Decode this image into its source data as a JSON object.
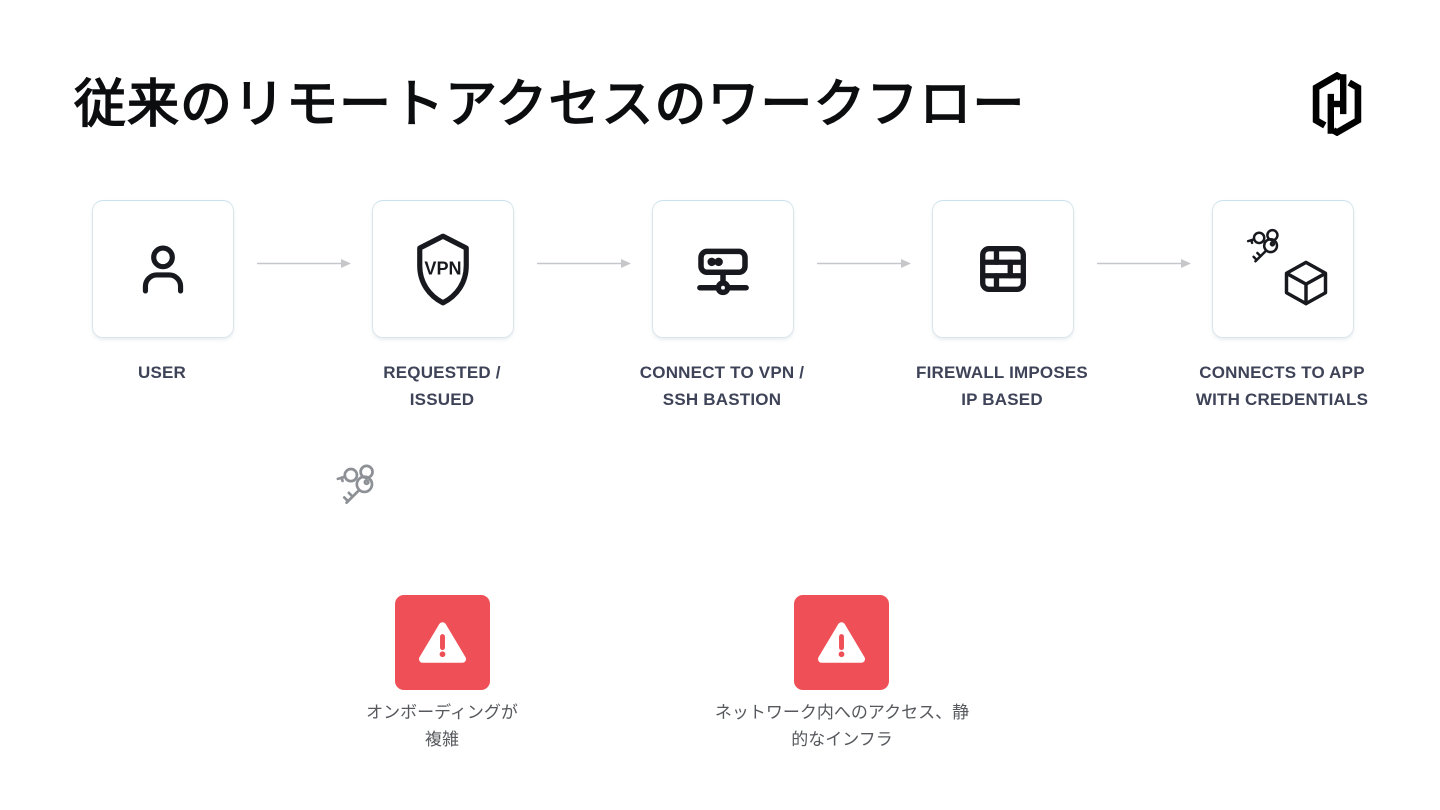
{
  "slide": {
    "title": "従来のリモートアクセスのワークフロー",
    "brand": "HashiCorp"
  },
  "steps": [
    {
      "label": "USER",
      "icon": "user-icon"
    },
    {
      "label": "REQUESTED /\nISSUED",
      "icon": "vpn-shield-icon"
    },
    {
      "label": "CONNECT TO VPN /\nSSH BASTION",
      "icon": "server-icon"
    },
    {
      "label": "FIREWALL IMPOSES\nIP BASED",
      "icon": "firewall-icon"
    },
    {
      "label": "CONNECTS TO APP\nWITH CREDENTIALS",
      "icon": "keys-and-cube-icon"
    }
  ],
  "vpn_shield_text": "VPN",
  "issues": [
    {
      "caption": "オンボーディングが\n複雑"
    },
    {
      "caption": "ネットワーク内へのアクセス、静\n的なインフラ"
    }
  ],
  "colors": {
    "alert_red": "#EF4F56",
    "label_dark": "#3E4358",
    "caption_gray": "#56585D",
    "arrow_gray": "#C5C7CA",
    "icon_black": "#17191E",
    "sketch_gray": "#8D9196"
  }
}
